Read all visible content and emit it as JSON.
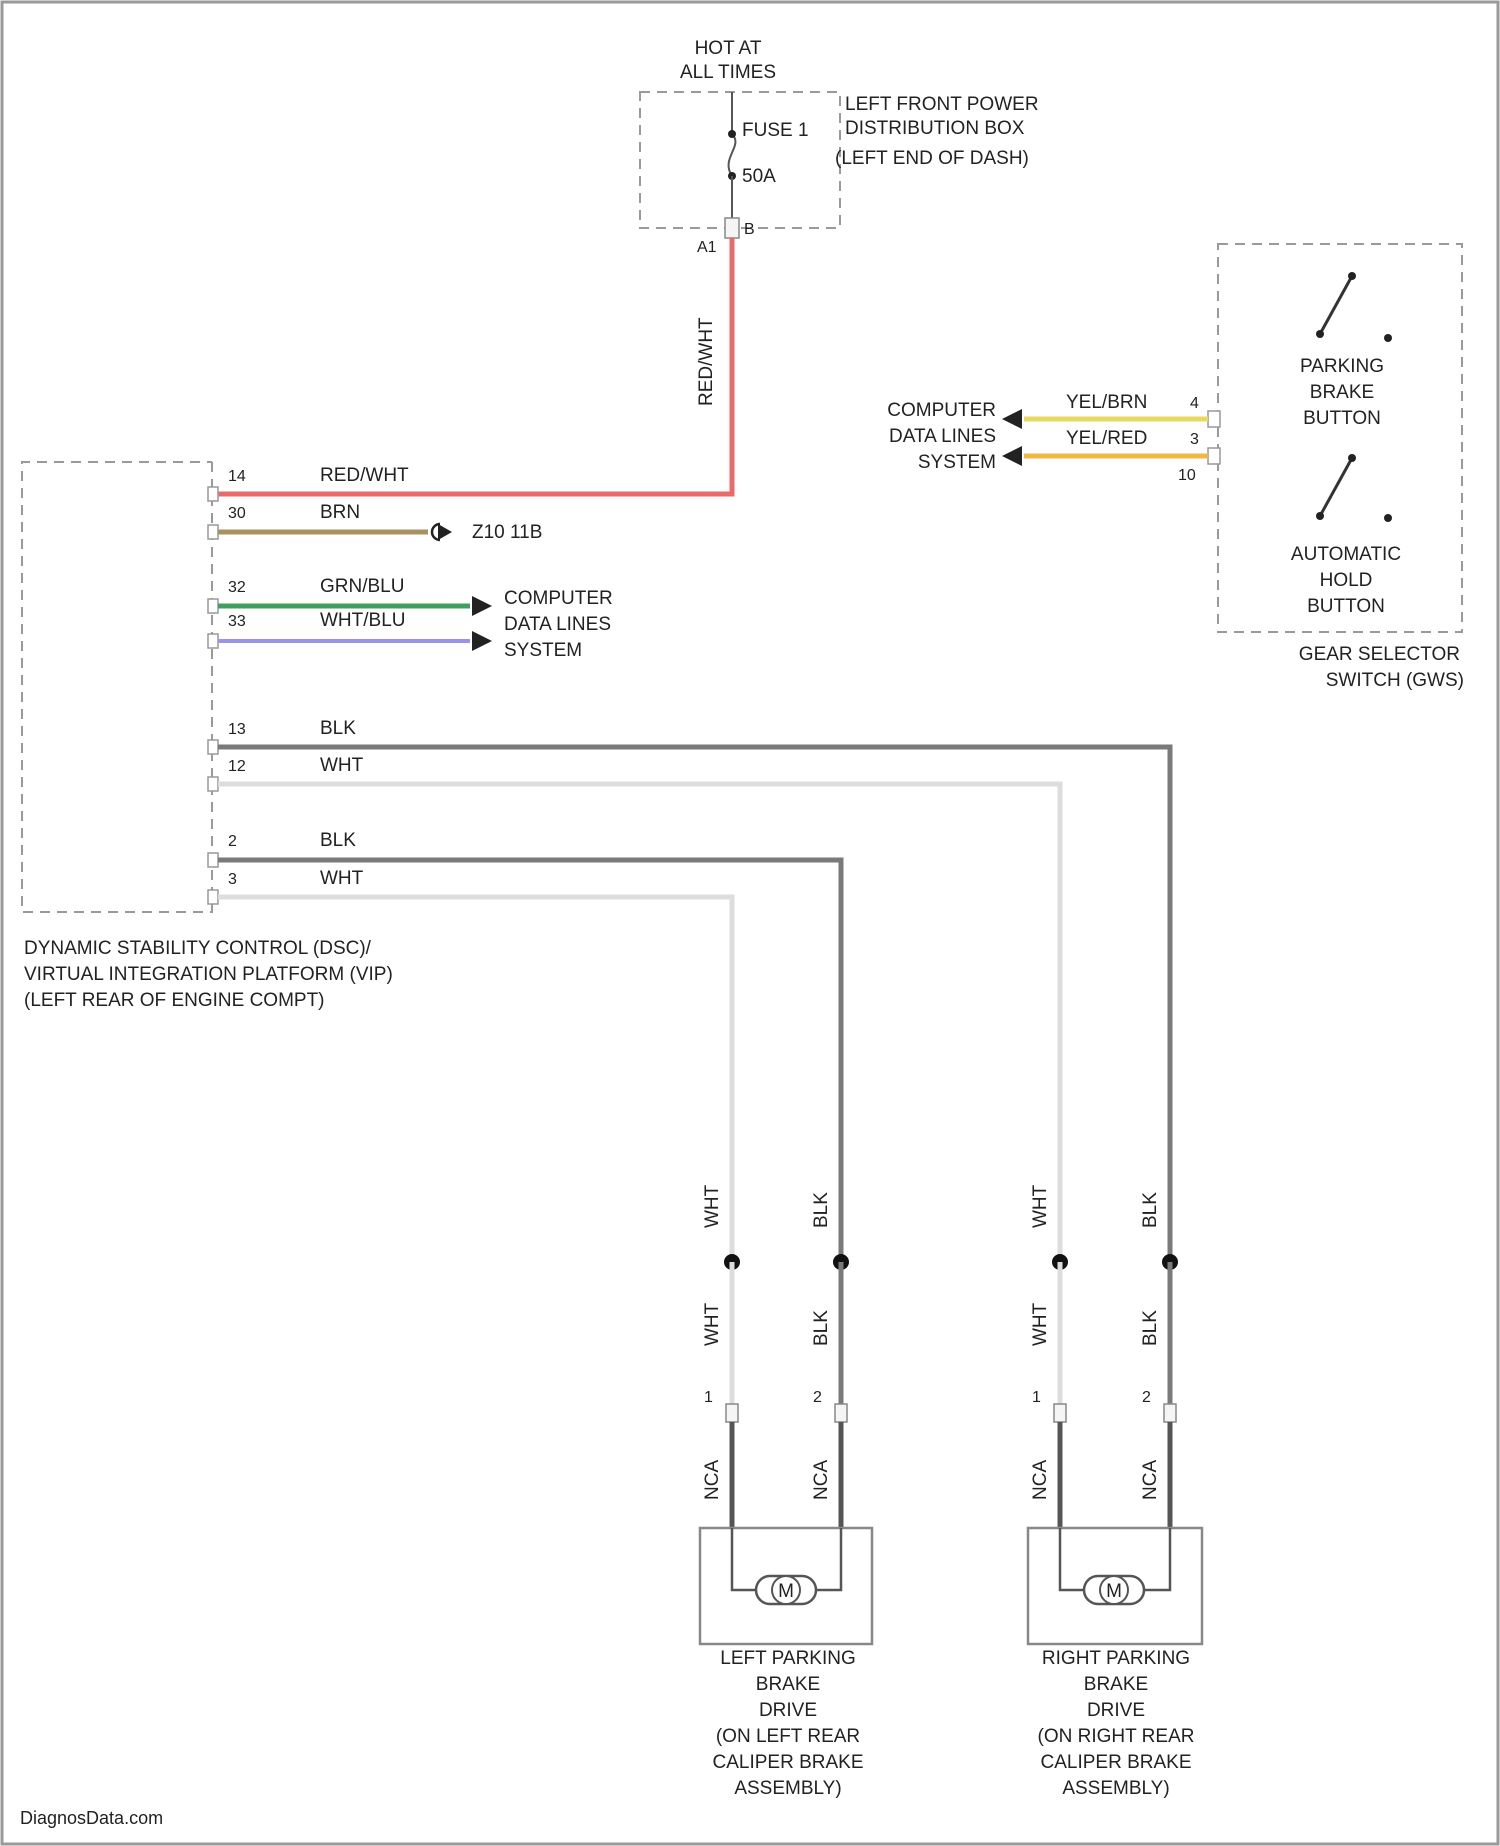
{
  "watermark": "DiagnosData.com",
  "power": {
    "hot_label": [
      "HOT AT",
      "ALL TIMES"
    ],
    "fuse_label": "FUSE 1",
    "fuse_rating": "50A",
    "box_label": [
      "LEFT FRONT POWER",
      "DISTRIBUTION BOX",
      "(LEFT END OF DASH)"
    ],
    "connector": "B",
    "pin": "A1",
    "vertical_wire_color": "RED/WHT"
  },
  "dsc_module": {
    "label": [
      "DYNAMIC STABILITY CONTROL (DSC)/",
      "VIRTUAL INTEGRATION PLATFORM (VIP)",
      "(LEFT REAR OF ENGINE COMPT)"
    ],
    "pins": [
      {
        "num": "14",
        "wire": "RED/WHT",
        "color": "#e86a6a"
      },
      {
        "num": "30",
        "wire": "BRN",
        "color": "#a89060"
      },
      {
        "num": "32",
        "wire": "GRN/BLU",
        "color": "#3f9f63"
      },
      {
        "num": "33",
        "wire": "WHT/BLU",
        "color": "#9a94e8"
      },
      {
        "num": "13",
        "wire": "BLK",
        "color": "#7a7a7a"
      },
      {
        "num": "12",
        "wire": "WHT",
        "color": "#dddddd"
      },
      {
        "num": "2",
        "wire": "BLK",
        "color": "#7a7a7a"
      },
      {
        "num": "3",
        "wire": "WHT",
        "color": "#dddddd"
      }
    ],
    "ground_label": "Z10 11B",
    "data_lines_label": [
      "COMPUTER",
      "DATA LINES",
      "SYSTEM"
    ]
  },
  "gear_selector": {
    "label": [
      "GEAR SELECTOR",
      "SWITCH (GWS)"
    ],
    "parking_button": [
      "PARKING",
      "BRAKE",
      "BUTTON"
    ],
    "auto_hold_button": [
      "AUTOMATIC",
      "HOLD",
      "BUTTON"
    ],
    "pins": [
      {
        "num": "4",
        "wire": "YEL/BRN",
        "color": "#e8d860"
      },
      {
        "num": "3",
        "wire": "YEL/RED",
        "color": "#f0b840"
      },
      {
        "num": "10",
        "wire": "",
        "color": ""
      }
    ],
    "data_lines_label": [
      "COMPUTER",
      "DATA LINES",
      "SYSTEM"
    ]
  },
  "drop_wires": {
    "upper_labels": [
      "WHT",
      "BLK",
      "WHT",
      "BLK"
    ],
    "lower_labels": [
      "WHT",
      "BLK",
      "WHT",
      "BLK"
    ],
    "motor_side_labels": [
      "NCA",
      "NCA",
      "NCA",
      "NCA"
    ],
    "connector_pins": [
      "1",
      "2",
      "1",
      "2"
    ]
  },
  "motors": {
    "symbol": "M",
    "left_label": [
      "LEFT PARKING",
      "BRAKE",
      "DRIVE",
      "(ON LEFT REAR",
      "CALIPER BRAKE",
      "ASSEMBLY)"
    ],
    "right_label": [
      "RIGHT PARKING",
      "BRAKE",
      "DRIVE",
      "(ON RIGHT REAR",
      "CALIPER BRAKE",
      "ASSEMBLY)"
    ]
  },
  "colors": {
    "red_wht": "#e86a6a",
    "brn": "#a89060",
    "grn_blu": "#3f9f63",
    "wht_blu": "#9a94e8",
    "blk": "#7a7a7a",
    "wht": "#dddddd",
    "yel_brn": "#e8d860",
    "yel_red": "#f0b840"
  }
}
